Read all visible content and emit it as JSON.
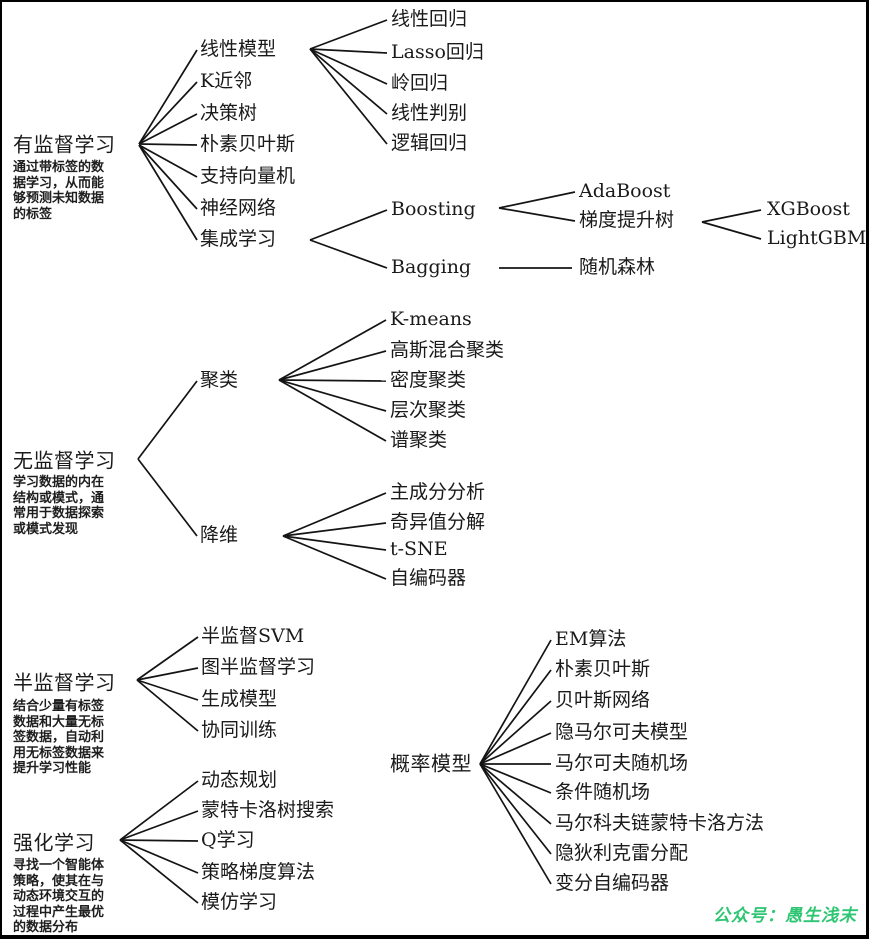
{
  "page": {
    "background": "#ffffff",
    "border_color": "#000000",
    "line_color": "#141414",
    "text_color": "#1a1a1a"
  },
  "watermark": {
    "text": "公众号：愚生浅末",
    "color": "#2EC573"
  },
  "groups": [
    {
      "title": "有监督学习",
      "description": "通过带标签的数据学习，从而能够预测未知数据的标签",
      "children": [
        {
          "label": "线性模型",
          "children": [
            {
              "label": "线性回归"
            },
            {
              "label": "Lasso回归"
            },
            {
              "label": "岭回归"
            },
            {
              "label": "线性判别"
            },
            {
              "label": "逻辑回归"
            }
          ]
        },
        {
          "label": "K近邻"
        },
        {
          "label": "决策树"
        },
        {
          "label": "朴素贝叶斯"
        },
        {
          "label": "支持向量机"
        },
        {
          "label": "神经网络"
        },
        {
          "label": "集成学习",
          "children": [
            {
              "label": "Boosting",
              "children": [
                {
                  "label": "AdaBoost"
                },
                {
                  "label": "梯度提升树",
                  "children": [
                    {
                      "label": "XGBoost"
                    },
                    {
                      "label": "LightGBM"
                    }
                  ]
                }
              ]
            },
            {
              "label": "Bagging",
              "children": [
                {
                  "label": "随机森林"
                }
              ]
            }
          ]
        }
      ]
    },
    {
      "title": "无监督学习",
      "description": "学习数据的内在结构或模式，通常用于数据探索或模式发现",
      "children": [
        {
          "label": "聚类",
          "children": [
            {
              "label": "K-means"
            },
            {
              "label": "高斯混合聚类"
            },
            {
              "label": "密度聚类"
            },
            {
              "label": "层次聚类"
            },
            {
              "label": "谱聚类"
            }
          ]
        },
        {
          "label": "降维",
          "children": [
            {
              "label": "主成分分析"
            },
            {
              "label": "奇异值分解"
            },
            {
              "label": "t-SNE"
            },
            {
              "label": "自编码器"
            }
          ]
        }
      ]
    },
    {
      "title": "半监督学习",
      "description": "结合少量有标签数据和大量无标签数据，自动利用无标签数据来提升学习性能",
      "children": [
        {
          "label": "半监督SVM"
        },
        {
          "label": "图半监督学习"
        },
        {
          "label": "生成模型"
        },
        {
          "label": "协同训练"
        }
      ]
    },
    {
      "title": "强化学习",
      "description": "寻找一个智能体策略，使其在与动态环境交互的过程中产生最优的数据分布",
      "children": [
        {
          "label": "动态规划"
        },
        {
          "label": "蒙特卡洛树搜索"
        },
        {
          "label": "Q学习"
        },
        {
          "label": "策略梯度算法"
        },
        {
          "label": "模仿学习"
        }
      ]
    },
    {
      "title": "概率模型",
      "children": [
        {
          "label": "EM算法"
        },
        {
          "label": "朴素贝叶斯"
        },
        {
          "label": "贝叶斯网络"
        },
        {
          "label": "隐马尔可夫模型"
        },
        {
          "label": "马尔可夫随机场"
        },
        {
          "label": "条件随机场"
        },
        {
          "label": "马尔科夫链蒙特卡洛方法"
        },
        {
          "label": "隐狄利克雷分配"
        },
        {
          "label": "变分自编码器"
        }
      ]
    }
  ]
}
